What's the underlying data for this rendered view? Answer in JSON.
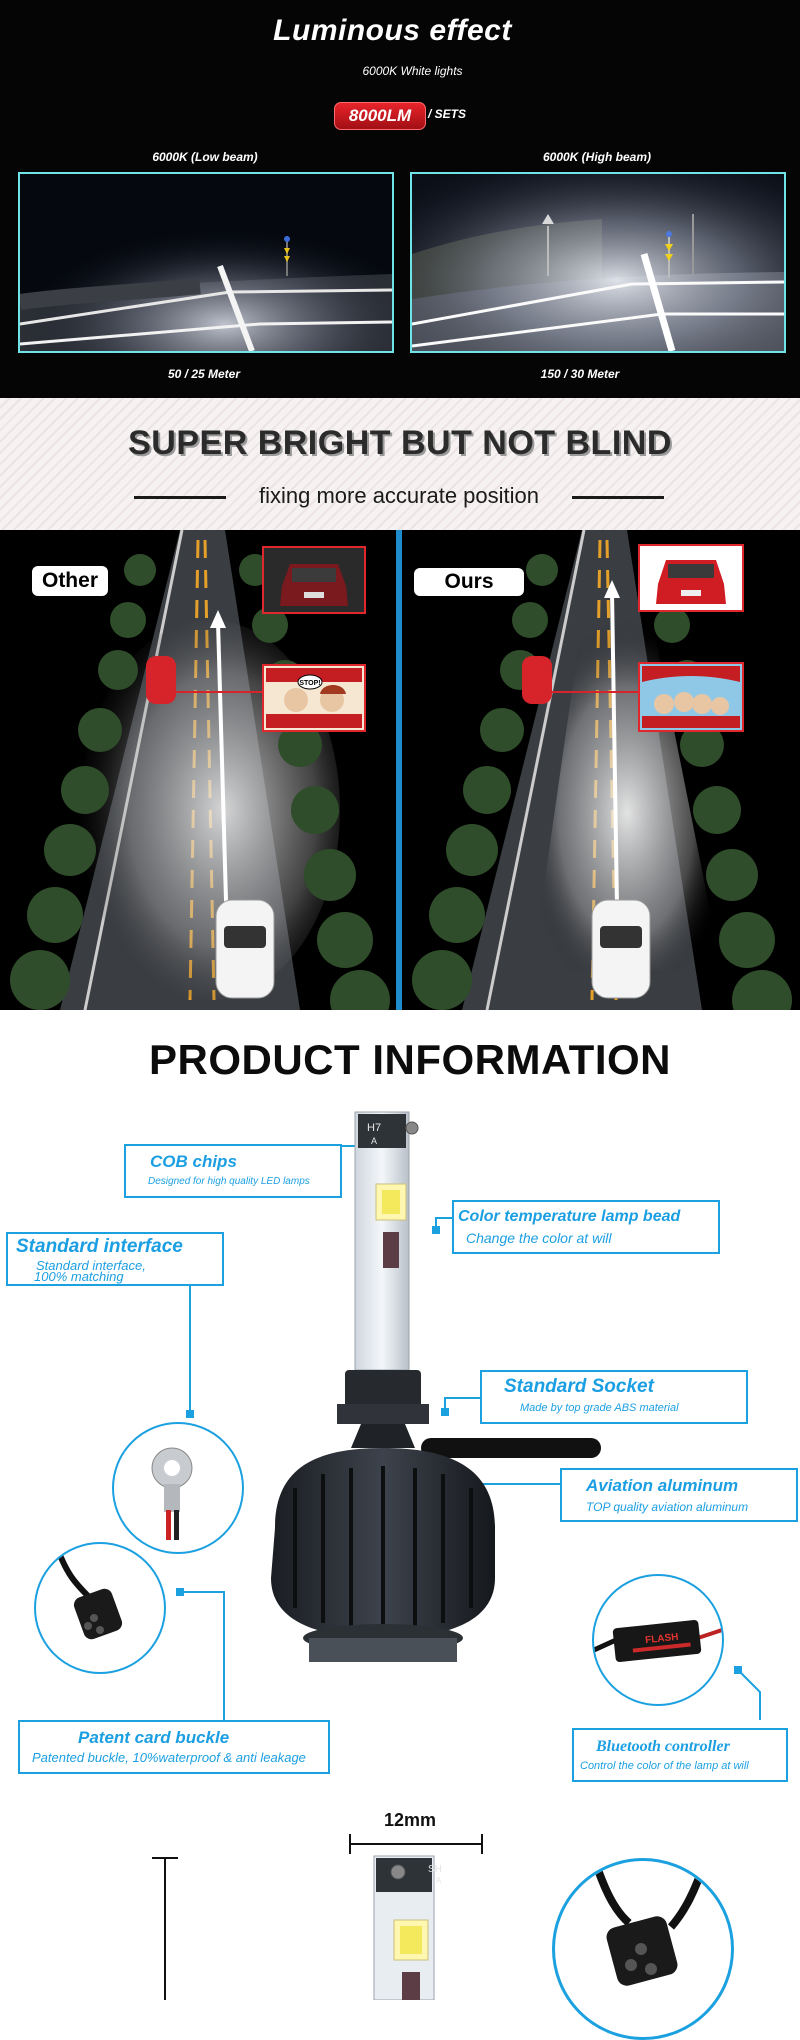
{
  "luminous": {
    "title": "Luminous effect",
    "subtitle": "6000K  White lights",
    "lumens": "8000LM",
    "sets": "/ SETS",
    "low_beam_label": "6000K (Low beam)",
    "high_beam_label": "6000K (High beam)",
    "low_meter": "50 / 25 Meter",
    "high_meter": "150 /  30 Meter"
  },
  "bright": {
    "title": "SUPER BRIGHT BUT NOT BLIND",
    "subtitle": "fixing more accurate position"
  },
  "road": {
    "left_tag": "Other",
    "right_tag": "Ours",
    "stop_text": "STOP!"
  },
  "product": {
    "title": "PRODUCT INFORMATION",
    "bulb_model": "H7",
    "bulb_model_2": "A",
    "cob": {
      "title": "COB chips",
      "sub": "Designed for high quality LED lamps"
    },
    "color_temp": {
      "title": "Color temperature lamp bead",
      "sub": "Change the color at will"
    },
    "interface": {
      "title": "Standard interface",
      "sub1": "Standard interface,",
      "sub2": "100% matching"
    },
    "socket": {
      "title": "Standard Socket",
      "sub": "Made by top grade ABS material"
    },
    "aluminum": {
      "title": "Aviation aluminum",
      "sub": "TOP quality aviation aluminum"
    },
    "buckle": {
      "title": "Patent card buckle",
      "sub": "Patented buckle, 10%waterproof & anti leakage"
    },
    "bluetooth": {
      "title": "Bluetooth controller",
      "sub": "Control the color of the lamp at will"
    },
    "flash_label": "FLASH"
  },
  "dimension": {
    "width_label": "12mm",
    "bulb_model": "SH",
    "bulb_model_2": "A"
  },
  "colors": {
    "accent_blue": "#1ba0e0",
    "badge_red": "#d81e25",
    "beam_frame": "#6fe3e6"
  }
}
